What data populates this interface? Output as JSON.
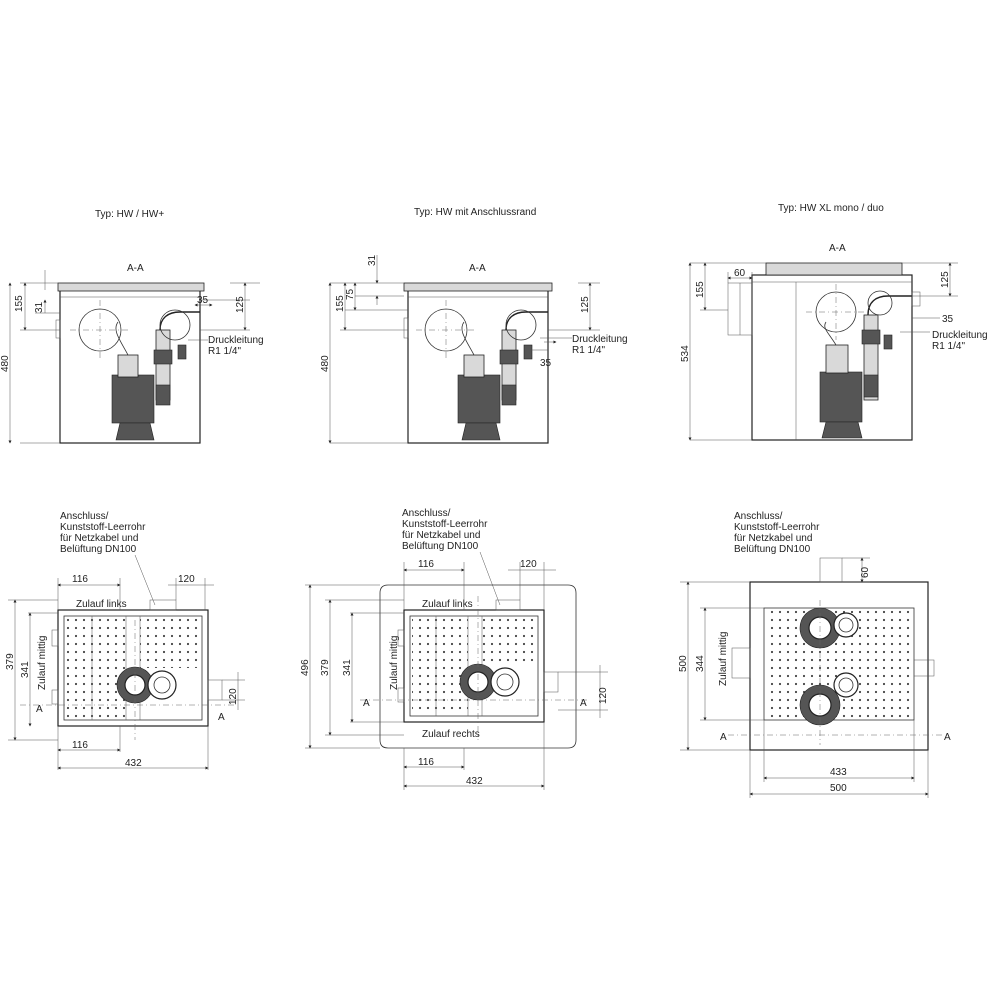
{
  "views": [
    {
      "title": "Typ: HW / HW+",
      "section": "A-A",
      "dims": {
        "d155": "155",
        "d31": "31",
        "d480": "480",
        "d35": "35",
        "d125": "125"
      },
      "pressure_line": [
        "Druckleitung",
        "R1 1/4\""
      ],
      "plan": {
        "note": [
          "Anschluss/",
          "Kunststoff-Leerrohr",
          "für Netzkabel und",
          "Belüftung DN100"
        ],
        "zulauf_links": "Zulauf links",
        "zulauf_mittig": "Zulauf mittig",
        "dims": {
          "d116a": "116",
          "d120a": "120",
          "d379": "379",
          "d341": "341",
          "d120b": "120",
          "d116b": "116",
          "d432": "432"
        },
        "a_left": "A",
        "a_right": "A"
      }
    },
    {
      "title": "Typ: HW mit Anschlussrand",
      "section": "A-A",
      "dims": {
        "d31": "31",
        "d75": "75",
        "d155": "155",
        "d480": "480",
        "d125": "125",
        "d35": "35"
      },
      "pressure_line": [
        "Druckleitung",
        "R1 1/4\""
      ],
      "plan": {
        "note": [
          "Anschluss/",
          "Kunststoff-Leerrohr",
          "für Netzkabel und",
          "Belüftung DN100"
        ],
        "zulauf_links": "Zulauf links",
        "zulauf_mittig": "Zulauf mittig",
        "zulauf_rechts": "Zulauf rechts",
        "dims": {
          "d116a": "116",
          "d120a": "120",
          "d496": "496",
          "d379": "379",
          "d341": "341",
          "d120b": "120",
          "d116b": "116",
          "d432": "432"
        },
        "a_left": "A",
        "a_right": "A"
      }
    },
    {
      "title": "Typ: HW XL mono / duo",
      "section": "A-A",
      "dims": {
        "d60": "60",
        "d155": "155",
        "d534": "534",
        "d125": "125",
        "d35": "35"
      },
      "pressure_line": [
        "Druckleitung",
        "R1 1/4\""
      ],
      "plan": {
        "note": [
          "Anschluss/",
          "Kunststoff-Leerrohr",
          "für Netzkabel und",
          "Belüftung DN100"
        ],
        "zulauf_mittig": "Zulauf mittig",
        "dims": {
          "d60": "60",
          "d500v": "500",
          "d344": "344",
          "d433": "433",
          "d500h": "500"
        },
        "a_left": "A",
        "a_right": "A"
      }
    }
  ]
}
